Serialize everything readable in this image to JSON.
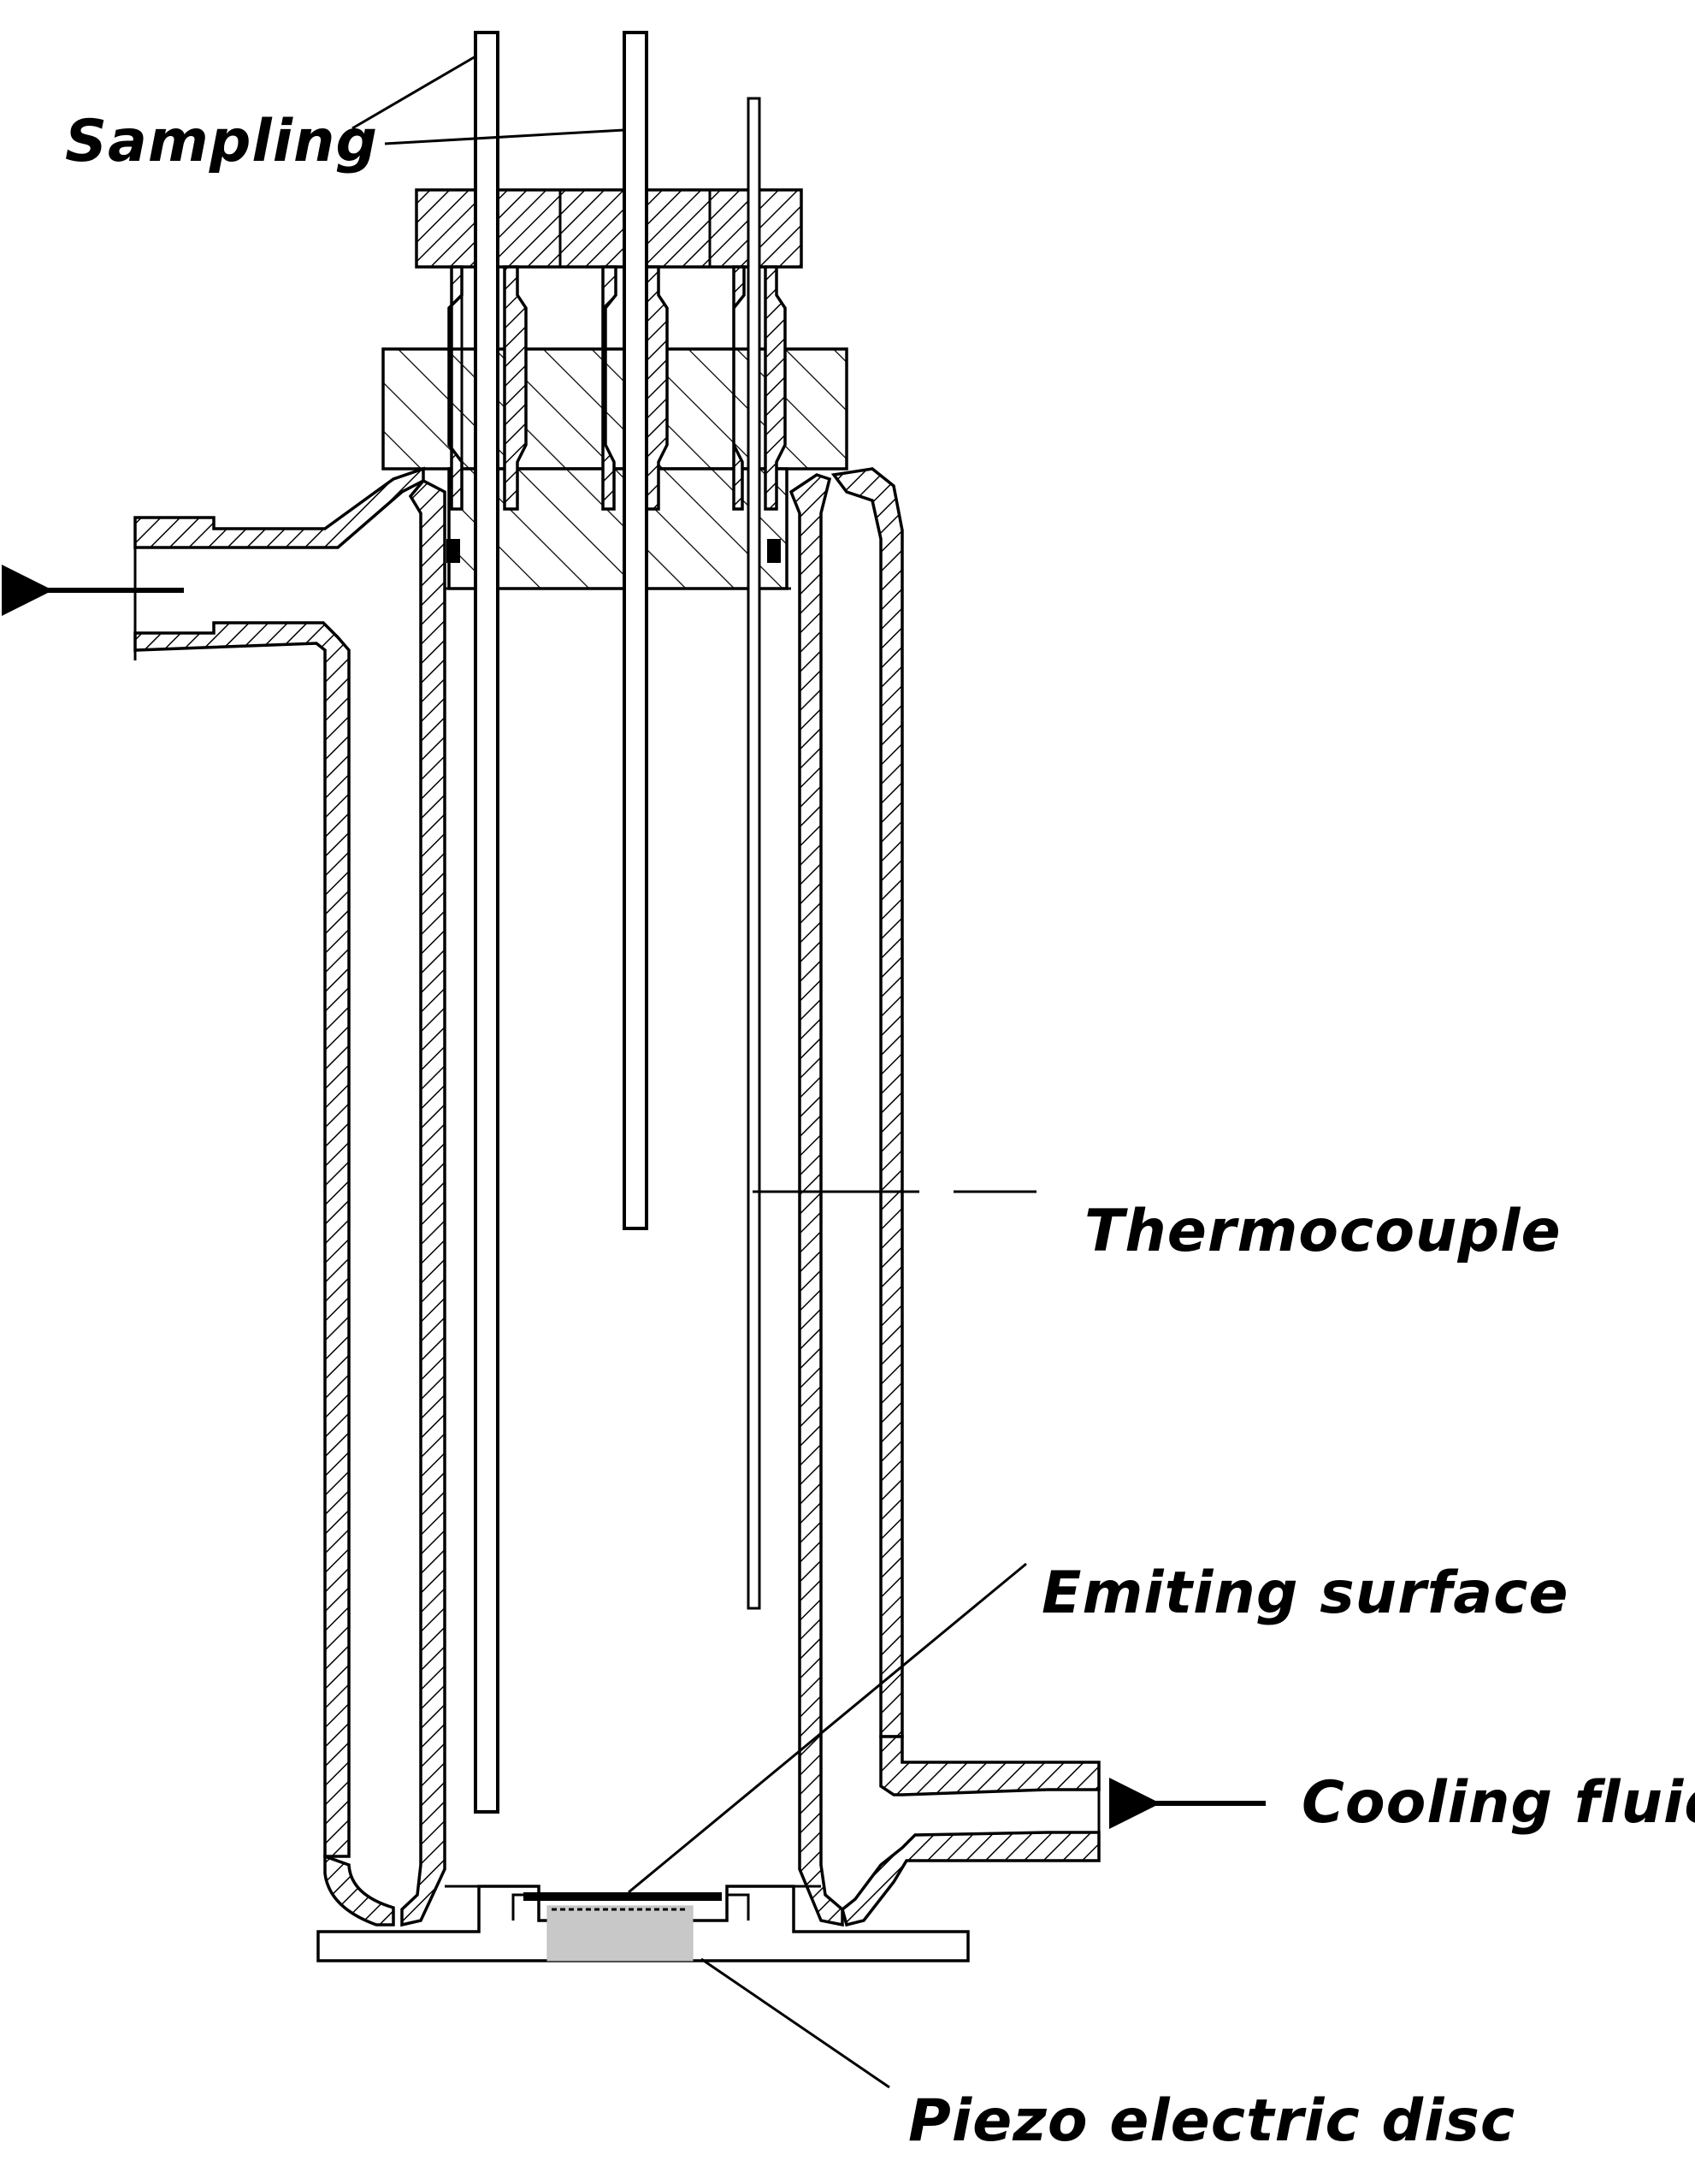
{
  "labels": {
    "sampling": "Sampling",
    "thermocouple": "Thermocouple",
    "emitting_surface": "Emiting surface",
    "cooling_fluid": "Cooling fluid",
    "piezo_disc": "Piezo electric disc"
  },
  "colors": {
    "line": "#000000",
    "background": "#ffffff",
    "piezo_fill": "#c8c8c8"
  }
}
